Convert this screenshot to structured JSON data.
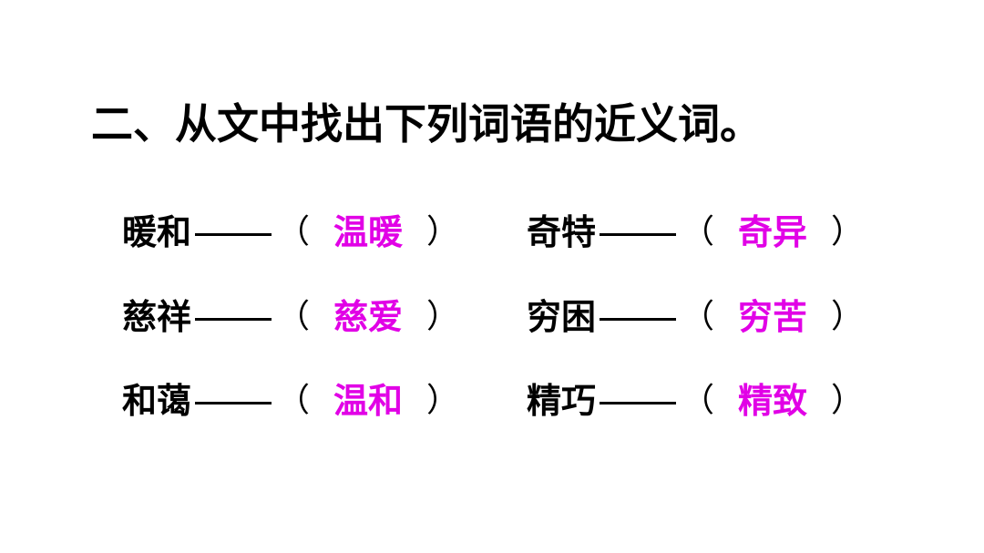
{
  "title": "二、从文中找出下列词语的近义词。",
  "colors": {
    "text": "#000000",
    "answer": "#e100e6",
    "background": "#ffffff"
  },
  "pairs": [
    {
      "word": "暖和",
      "open": "（",
      "answer": "温暖",
      "close": "）"
    },
    {
      "word": "奇特",
      "open": "（",
      "answer": "奇异",
      "close": "）"
    },
    {
      "word": "慈祥",
      "open": "（",
      "answer": "慈爱",
      "close": "）"
    },
    {
      "word": "穷困",
      "open": "（",
      "answer": "穷苦",
      "close": "）"
    },
    {
      "word": "和蔼",
      "open": "（",
      "answer": "温和",
      "close": "）"
    },
    {
      "word": "精巧",
      "open": "（",
      "answer": "精致",
      "close": "）"
    }
  ]
}
